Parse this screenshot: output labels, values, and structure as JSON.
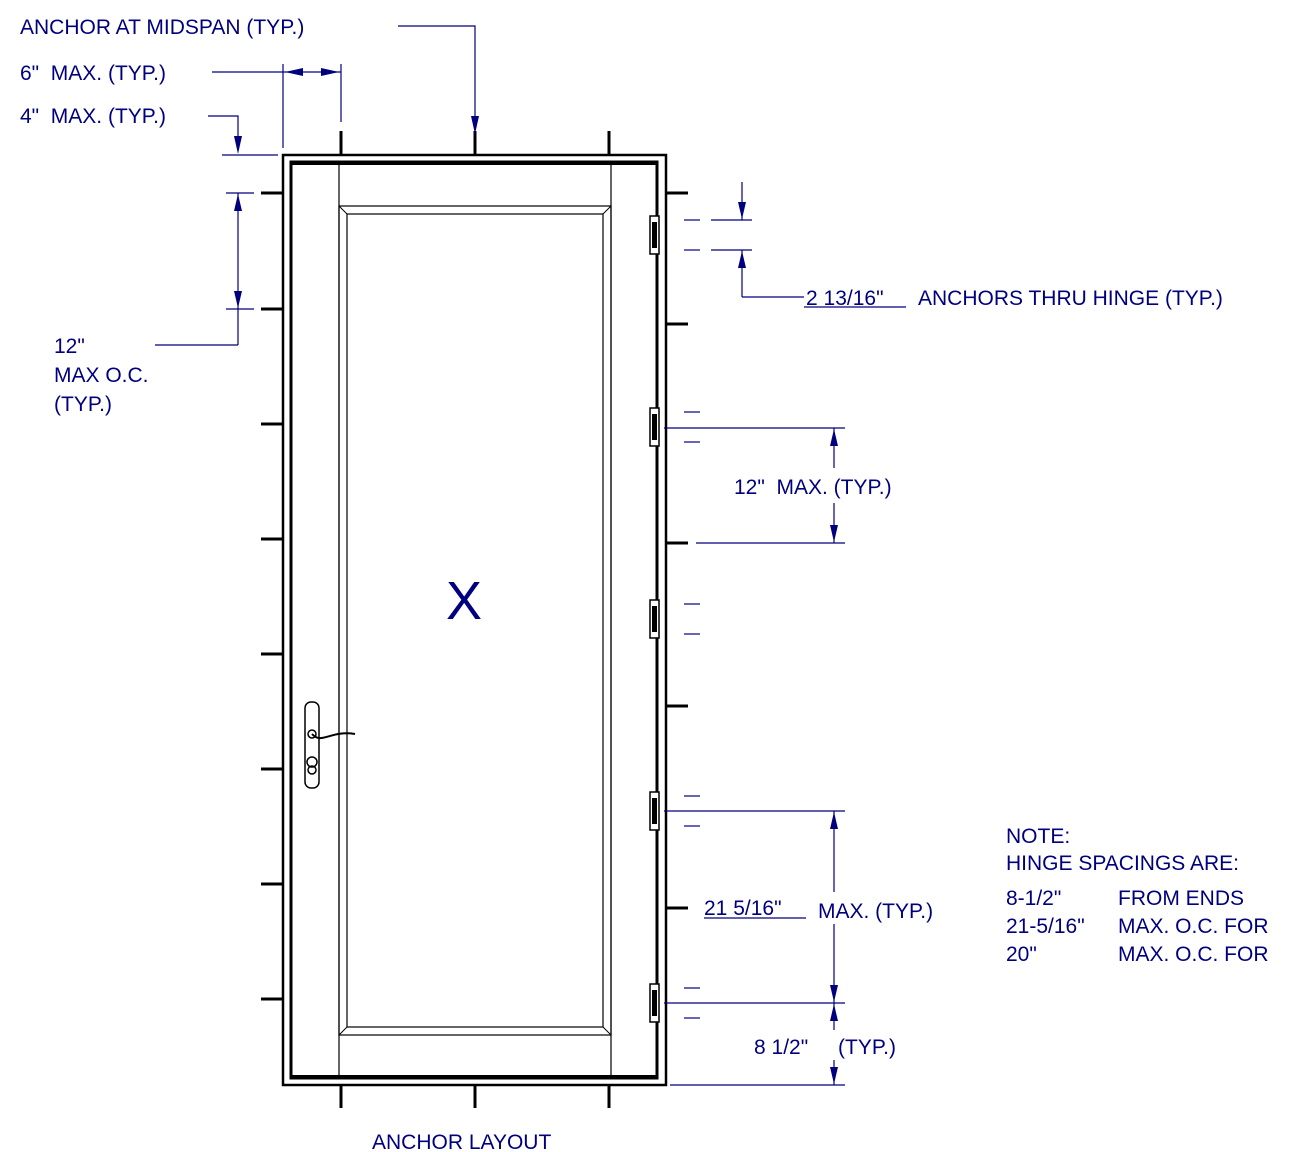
{
  "drawing": {
    "title": "ANCHOR LAYOUT",
    "panel_mark": "X",
    "labels": {
      "anchor_midspan": "ANCHOR AT MIDSPAN (TYP.)",
      "six_max": "6\"  MAX. (TYP.)",
      "four_max": "4\"  MAX. (TYP.)",
      "oc_line1": "12\"",
      "oc_line2": "MAX O.C.",
      "oc_line3": "(TYP.)",
      "hinge_anchor_value": "2 13/16\"",
      "hinge_anchor_text": "ANCHORS THRU HINGE (TYP.)",
      "twelve_max": "12\"  MAX. (TYP.)",
      "hinge_oc_value": "21 5/16\"",
      "hinge_oc_text": "MAX. (TYP.)",
      "end_value": "8 1/2\"",
      "end_text": "(TYP.)"
    },
    "note": {
      "line1": "NOTE:",
      "line2": "HINGE SPACINGS ARE:",
      "line3_a": "8-1/2\"",
      "line3_b": "FROM ENDS",
      "line4_a": "21-5/16\"",
      "line4_b": "MAX. O.C. FOR",
      "line5_a": "20\"",
      "line5_b": "MAX. O.C. FOR"
    },
    "colors": {
      "annotation": "#00007f",
      "linework": "#000000",
      "background": "#ffffff"
    }
  }
}
